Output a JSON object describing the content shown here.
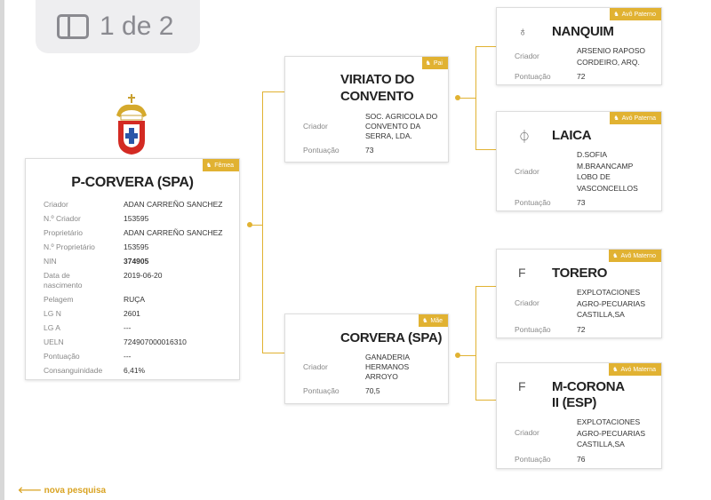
{
  "overlay": {
    "page_indicator": "1 de 2"
  },
  "main": {
    "badge": "Fêmea",
    "name": "P-CORVERA (SPA)",
    "rows": [
      {
        "k": "Criador",
        "v": "ADAN CARREÑO SANCHEZ"
      },
      {
        "k": "N.º Criador",
        "v": "153595"
      },
      {
        "k": "Proprietário",
        "v": "ADAN CARREÑO SANCHEZ"
      },
      {
        "k": "N.º Proprietário",
        "v": "153595"
      },
      {
        "k": "NIN",
        "v": "374905"
      },
      {
        "k": "Data de nascimento",
        "v": "2019-06-20"
      },
      {
        "k": "Pelagem",
        "v": "RUÇA"
      },
      {
        "k": "LG N",
        "v": "2601"
      },
      {
        "k": "LG A",
        "v": "---"
      },
      {
        "k": "UELN",
        "v": "724907000016310"
      },
      {
        "k": "Pontuação",
        "v": "---"
      },
      {
        "k": "Consanguinidade",
        "v": "6,41%"
      }
    ]
  },
  "father": {
    "badge": "Pai",
    "name": "VIRIATO DO CONVENTO",
    "criador_label": "Criador",
    "criador": "SOC. AGRICOLA DO CONVENTO DA SERRA, LDA.",
    "pont_label": "Pontuação",
    "pont": "73"
  },
  "mother": {
    "badge": "Mãe",
    "name": "CORVERA (SPA)",
    "criador_label": "Criador",
    "criador": "GANADERIA HERMANOS ARROYO",
    "pont_label": "Pontuação",
    "pont": "70,5"
  },
  "gp": [
    {
      "badge": "Avô Paterno",
      "mark": "♁",
      "name": "NANQUIM",
      "criador_label": "Criador",
      "criador": "ARSENIO RAPOSO CORDEIRO, ARQ.",
      "pont_label": "Pontuação",
      "pont": "72"
    },
    {
      "badge": "Avó Paterna",
      "mark": "⏀",
      "name": "LAICA",
      "criador_label": "Criador",
      "criador": "D.SOFIA M.BRAANCAMP LOBO DE VASCONCELLOS",
      "pont_label": "Pontuação",
      "pont": "73"
    },
    {
      "badge": "Avô Materno",
      "mark": "F",
      "name": "TORERO",
      "criador_label": "Criador",
      "criador": "EXPLOTACIONES AGRO-PECUARIAS CASTILLA,SA",
      "pont_label": "Pontuação",
      "pont": "72"
    },
    {
      "badge": "Avó Materna",
      "mark": "F",
      "name": "M-CORONA II (ESP)",
      "criador_label": "Criador",
      "criador": "EXPLOTACIONES AGRO-PECUARIAS CASTILLA,SA",
      "pont_label": "Pontuação",
      "pont": "76"
    }
  ],
  "nav": {
    "back": "nova pesquisa"
  }
}
